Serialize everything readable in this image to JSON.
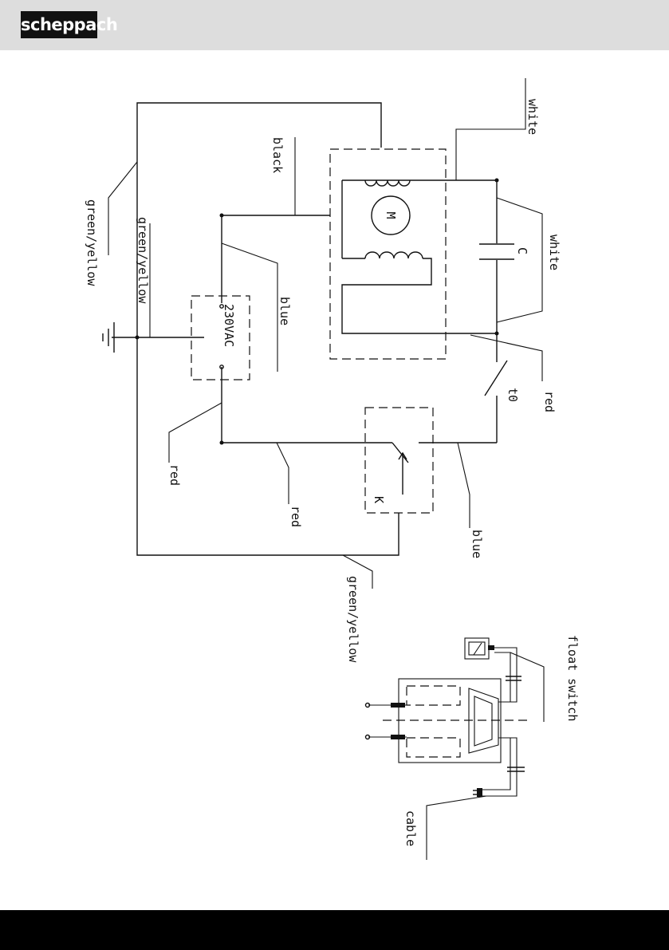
{
  "brand": {
    "logo_text": "scheppach"
  },
  "diagram": {
    "labels": {
      "white_top": "white",
      "black": "black",
      "green_yellow_1": "green/yellow",
      "green_yellow_2": "green/yellow",
      "motor": "M",
      "capacitor": "C",
      "white_cap": "white",
      "blue_top": "blue",
      "voltage": "230VAC",
      "red_right": "red",
      "t0": "t0",
      "red_left": "red",
      "red_mid": "red",
      "relay": "K",
      "blue_bottom": "blue",
      "green_yellow_3": "green/yellow",
      "float_switch": "float switch",
      "cable": "cable"
    }
  },
  "colors": {
    "header_bg": "#dddddd",
    "footer_bg": "#000000",
    "logo_bg": "#111111"
  }
}
